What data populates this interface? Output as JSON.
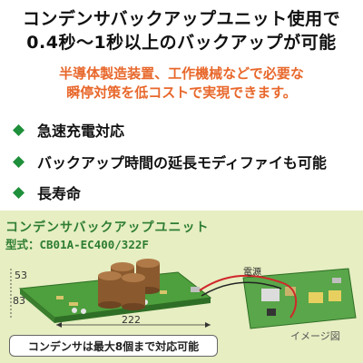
{
  "headline": {
    "line1": "コンデンサバックアップユニット使用で",
    "line2": "0.4秒～1秒以上のバックアップが可能"
  },
  "subtitle": {
    "line1": "半導体製造装置、工作機械などで必要な",
    "line2": "瞬停対策を低コストで実現できます。"
  },
  "features": [
    {
      "label": "急速充電対応",
      "icon": "green-diamond-bullet"
    },
    {
      "label": "バックアップ時間の延長モディファイも可能",
      "icon": "green-diamond-bullet"
    },
    {
      "label": "長寿命",
      "icon": "green-diamond-bullet"
    }
  ],
  "product": {
    "title": "コンデンサバックアップユニット",
    "model": "型式：CB01A-EC400/322F",
    "dims": {
      "height_top": "53",
      "height_bottom": "83",
      "width": "222"
    },
    "note": "コンデンサは最大8個まで対応可能",
    "power_label": "電源",
    "image_note": "イメージ図"
  },
  "colors": {
    "accent_orange": "#e8682c",
    "bullet_green": "#1e8f3a",
    "panel_bg": "#e6eec2",
    "board_green": "#4e9f3d",
    "capacitor_brown": "#8a5a2e",
    "cable_red": "#d0282b"
  }
}
